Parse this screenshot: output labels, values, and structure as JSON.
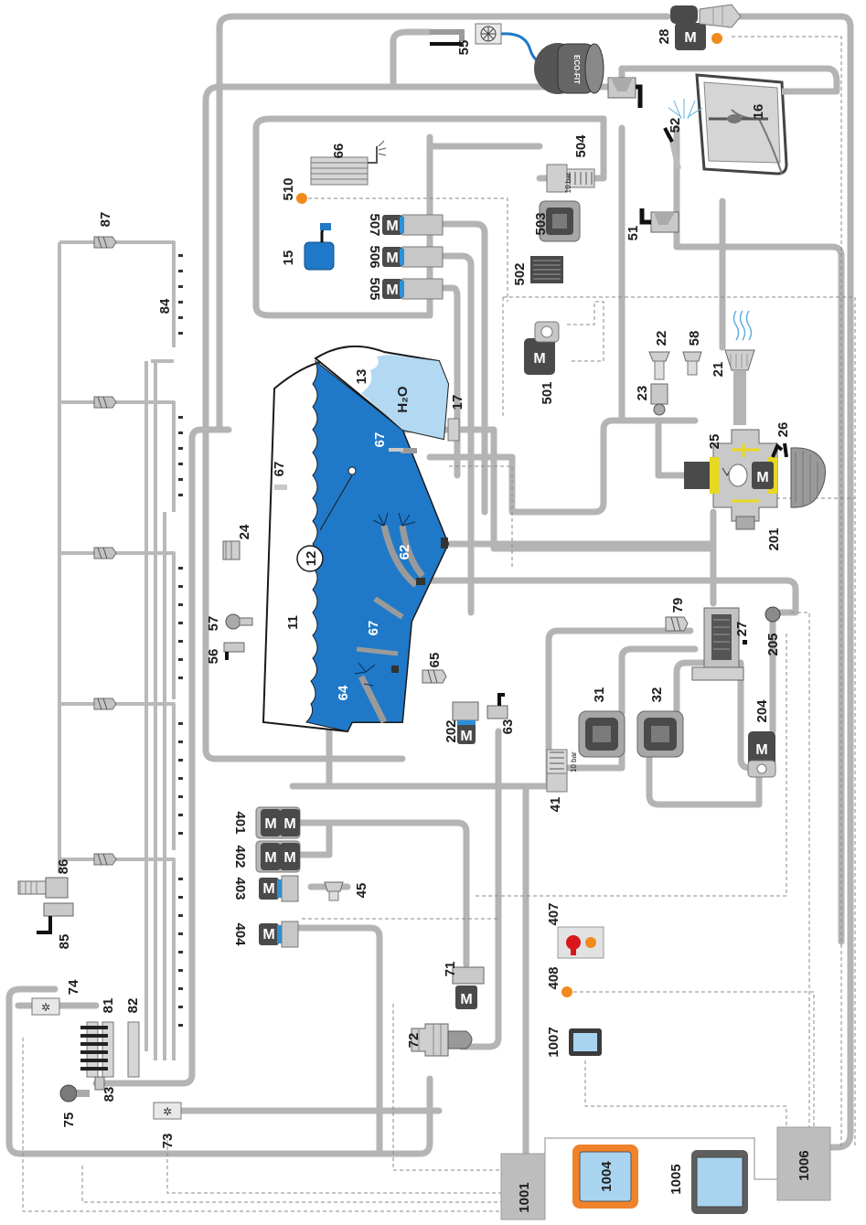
{
  "labels": {
    "n1001": "1001",
    "n1004": "1004",
    "n1005": "1005",
    "n1006": "1006",
    "n1007": "1007",
    "n408": "408",
    "n407": "407",
    "n401": "401",
    "n402": "402",
    "n403": "403",
    "n404": "404",
    "n45": "45",
    "n72": "72",
    "n71": "71",
    "n73": "73",
    "n74": "74",
    "n75": "75",
    "n81": "81",
    "n82": "82",
    "n83": "83",
    "n84": "84",
    "n85": "85",
    "n86": "86",
    "n87": "87",
    "n41": "41",
    "n31": "31",
    "n32": "32",
    "n204": "204",
    "n205": "205",
    "n27": "27",
    "n79": "79",
    "n201": "201",
    "n25": "25",
    "n26": "26",
    "n21": "21",
    "n22": "22",
    "n23": "23",
    "n58": "58",
    "n501": "501",
    "n502": "502",
    "n503": "503",
    "n504": "504",
    "n510": "510",
    "n505": "505",
    "n506": "506",
    "n507": "507",
    "n15": "15",
    "n66": "66",
    "n51": "51",
    "n52": "52",
    "n16": "16",
    "n55": "55",
    "n28": "28",
    "n13": "13",
    "n17": "17",
    "h2o": "H₂O",
    "n11": "11",
    "n12": "12",
    "n24": "24",
    "n57": "57",
    "n56": "56",
    "n62": "62",
    "n64": "64",
    "n65": "65",
    "n63": "63",
    "n202": "202",
    "n67a": "67",
    "n67b": "67",
    "n67c": "67"
  },
  "motor_label": "M",
  "pressure_label": "10 bar",
  "ecofit_label": "ECO-FIT",
  "colors": {
    "pipe": "#b4b4b4",
    "water_dark": "#1f79c8",
    "water_light": "#b2d8f2",
    "motor_dark": "#4a4a4a",
    "motor_accent": "#2b8fd9",
    "sensor_orange": "#f08a1c",
    "panel_grey": "#bdbdbd",
    "display_blue": "#a9d4ef",
    "display_frame_orange": "#f0822a",
    "stop_red": "#d8161c"
  }
}
